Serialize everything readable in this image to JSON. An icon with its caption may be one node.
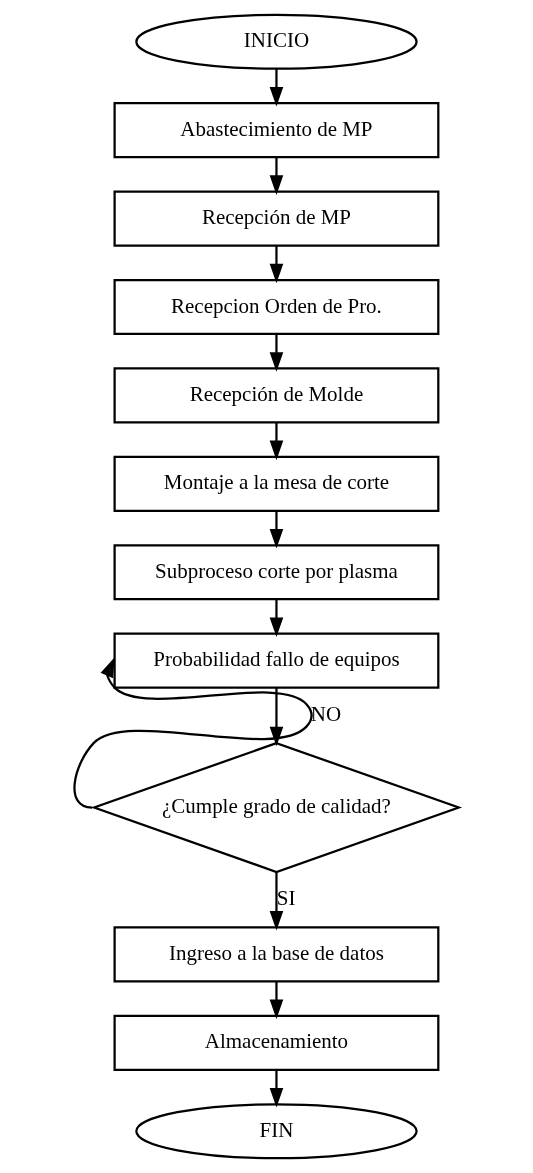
{
  "diagram": {
    "nodes": [
      {
        "text": [
          "INICIO"
        ]
      },
      {
        "text": [
          "Abastecimiento de MP"
        ]
      },
      {
        "text": [
          "Recepción de MP"
        ]
      },
      {
        "text": [
          "Recepcion Orden de Pro."
        ]
      },
      {
        "text": [
          "Recepción de Molde"
        ]
      },
      {
        "text": [
          "Montaje a la mesa de corte"
        ]
      },
      {
        "text": [
          "Subproceso corte por plasma"
        ]
      },
      {
        "text": [
          "Probabilidad fallo de equipos"
        ]
      },
      {
        "text": [
          "¿Cumple grado de calidad?"
        ]
      },
      {
        "text": [
          "Ingreso a la base de datos"
        ]
      },
      {
        "text": [
          "Almacenamiento"
        ]
      },
      {
        "text": [
          "FIN"
        ]
      }
    ],
    "edges": [
      {
        "from": 0,
        "to": 1,
        "arrow": "to"
      },
      {
        "from": 1,
        "to": 2,
        "arrow": "to"
      },
      {
        "from": 2,
        "to": 3,
        "arrow": "to"
      },
      {
        "from": 3,
        "to": 4,
        "arrow": "to"
      },
      {
        "from": 4,
        "to": 5,
        "arrow": "to"
      },
      {
        "from": 5,
        "to": 6,
        "arrow": "to"
      },
      {
        "from": 6,
        "to": 7,
        "arrow": "to"
      },
      {
        "from": 7,
        "to": 8,
        "arrow": "to"
      },
      {
        "from": 8,
        "to": 7,
        "arrow": "to",
        "label": "NO"
      },
      {
        "from": 8,
        "to": 9,
        "arrow": "to",
        "label": "SI"
      },
      {
        "from": 9,
        "to": 10,
        "arrow": "to"
      },
      {
        "from": 10,
        "to": 11,
        "arrow": "to"
      }
    ]
  }
}
